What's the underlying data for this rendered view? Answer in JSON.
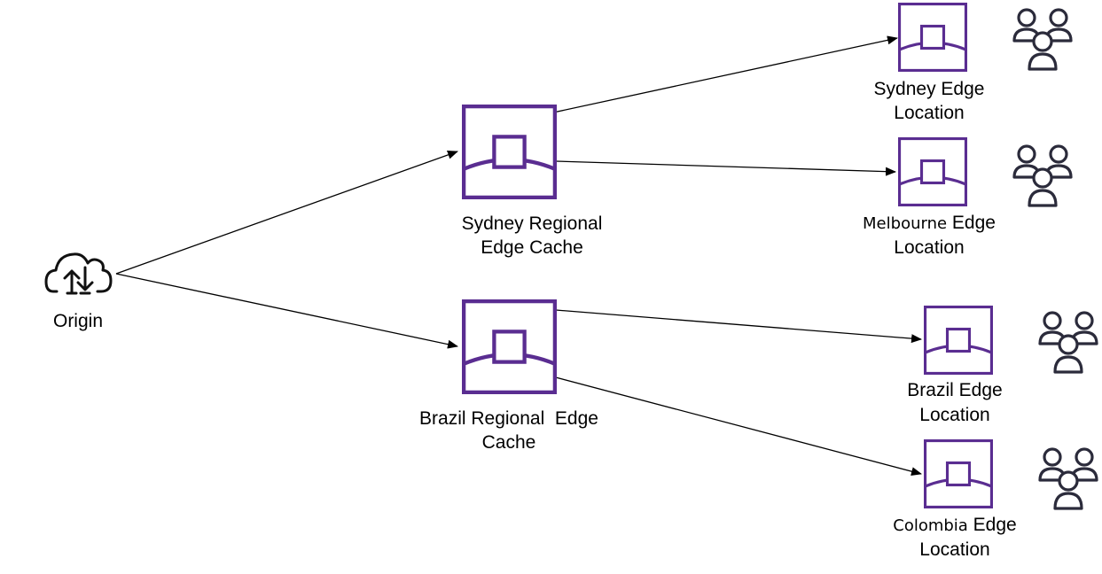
{
  "colors": {
    "node_stroke": "#5a2d91",
    "users_stroke": "#2b2b3b",
    "edge": "#000000"
  },
  "origin": {
    "icon": "cloud-upload-download-icon",
    "label": "Origin"
  },
  "regional_caches": [
    {
      "icon": "edge-cache-icon",
      "label_line1": "Sydney Regional",
      "label_line2": "Edge Cache"
    },
    {
      "icon": "edge-cache-icon",
      "label_line1": "Brazil Regional  Edge",
      "label_line2": "Cache"
    }
  ],
  "edge_locations": [
    {
      "icon": "edge-location-icon",
      "label_line1": "Sydney Edge",
      "label_line2": "Location",
      "users_icon": "users-group-icon"
    },
    {
      "icon": "edge-location-icon",
      "label_line1_a": "Melbourne",
      "label_line1_b": " Edge",
      "label_line2": "Location",
      "users_icon": "users-group-icon"
    },
    {
      "icon": "edge-location-icon",
      "label_line1": "Brazil Edge",
      "label_line2": "Location",
      "users_icon": "users-group-icon"
    },
    {
      "icon": "edge-location-icon",
      "label_line1_a": "Colombia",
      "label_line1_b": " Edge",
      "label_line2": "Location",
      "users_icon": "users-group-icon"
    }
  ]
}
